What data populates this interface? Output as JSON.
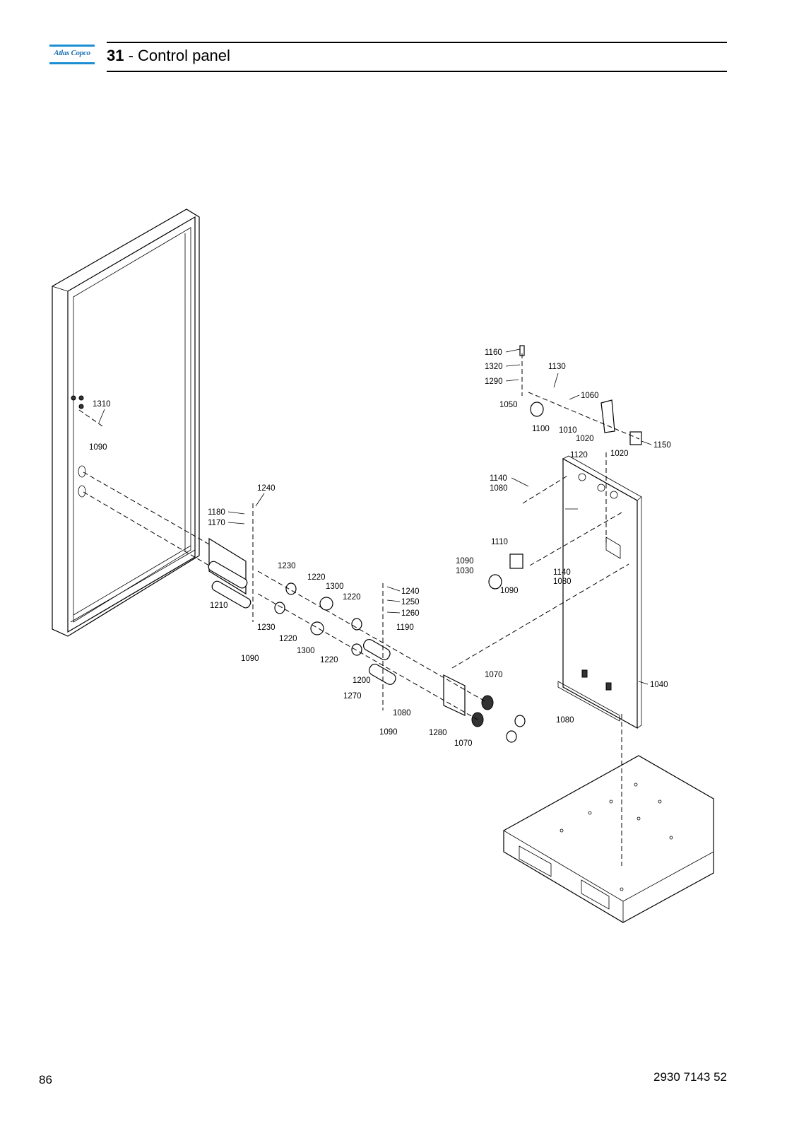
{
  "header": {
    "logo_text": "Atlas Copco",
    "section_number": "31",
    "section_separator": " - ",
    "section_title": "Control panel"
  },
  "callouts": [
    "1160",
    "1320",
    "1290",
    "1130",
    "1060",
    "1050",
    "1100",
    "1010",
    "1020",
    "1020",
    "1120",
    "1150",
    "1310",
    "1090",
    "1140",
    "1080",
    "1240",
    "1180",
    "1170",
    "1110",
    "1090",
    "1030",
    "1140",
    "1080",
    "1090",
    "1230",
    "1220",
    "1300",
    "1220",
    "1240",
    "1250",
    "1260",
    "1210",
    "1230",
    "1190",
    "1220",
    "1300",
    "1220",
    "1070",
    "1040",
    "1200",
    "1270",
    "1080",
    "1090",
    "1280",
    "1070",
    "1080",
    "1090"
  ],
  "footer": {
    "page_number": "86",
    "document_number": "2930 7143 52"
  },
  "colors": {
    "brand_blue": "#1b8fd1",
    "text": "#000000"
  }
}
